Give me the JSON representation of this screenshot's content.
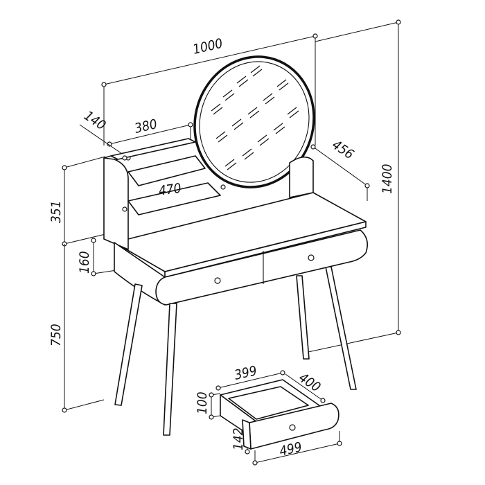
{
  "dimensions": {
    "width": "1000",
    "height": "1400",
    "depth": "456",
    "shelf_width": "380",
    "shelf_depth": "140",
    "shelf_unit_height": "351",
    "drawer_band_height": "160",
    "table_height": "750",
    "middle_shelf": "470",
    "drawer_width": "399",
    "drawer_depth": "400",
    "drawer_height": "100",
    "drawer_front_height": "142",
    "drawer_front_width": "499"
  },
  "colors": {
    "line": "#111111",
    "background": "#ffffff"
  }
}
